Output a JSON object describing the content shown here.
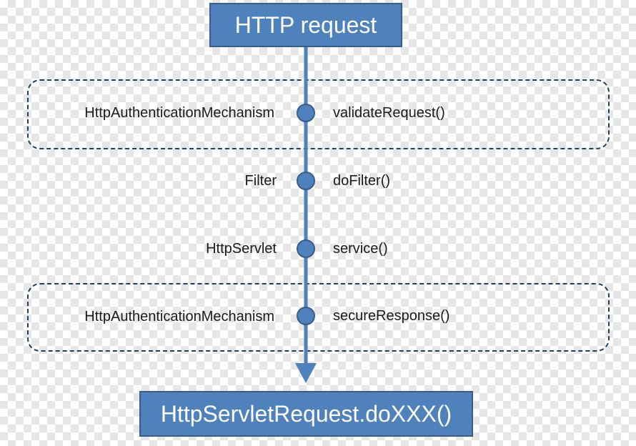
{
  "top_box": {
    "label": "HTTP request"
  },
  "bottom_box": {
    "label": "HttpServletRequest.doXXX()"
  },
  "steps": [
    {
      "component": "HttpAuthenticationMechanism",
      "method": "validateRequest()"
    },
    {
      "component": "Filter",
      "method": "doFilter()"
    },
    {
      "component": "HttpServlet",
      "method": "service()"
    },
    {
      "component": "HttpAuthenticationMechanism",
      "method": "secureResponse()"
    }
  ],
  "colors": {
    "box_fill": "#4f81bd",
    "box_border": "#385d8a",
    "line": "#4f81bd",
    "dashed_border": "#1f3f60"
  }
}
